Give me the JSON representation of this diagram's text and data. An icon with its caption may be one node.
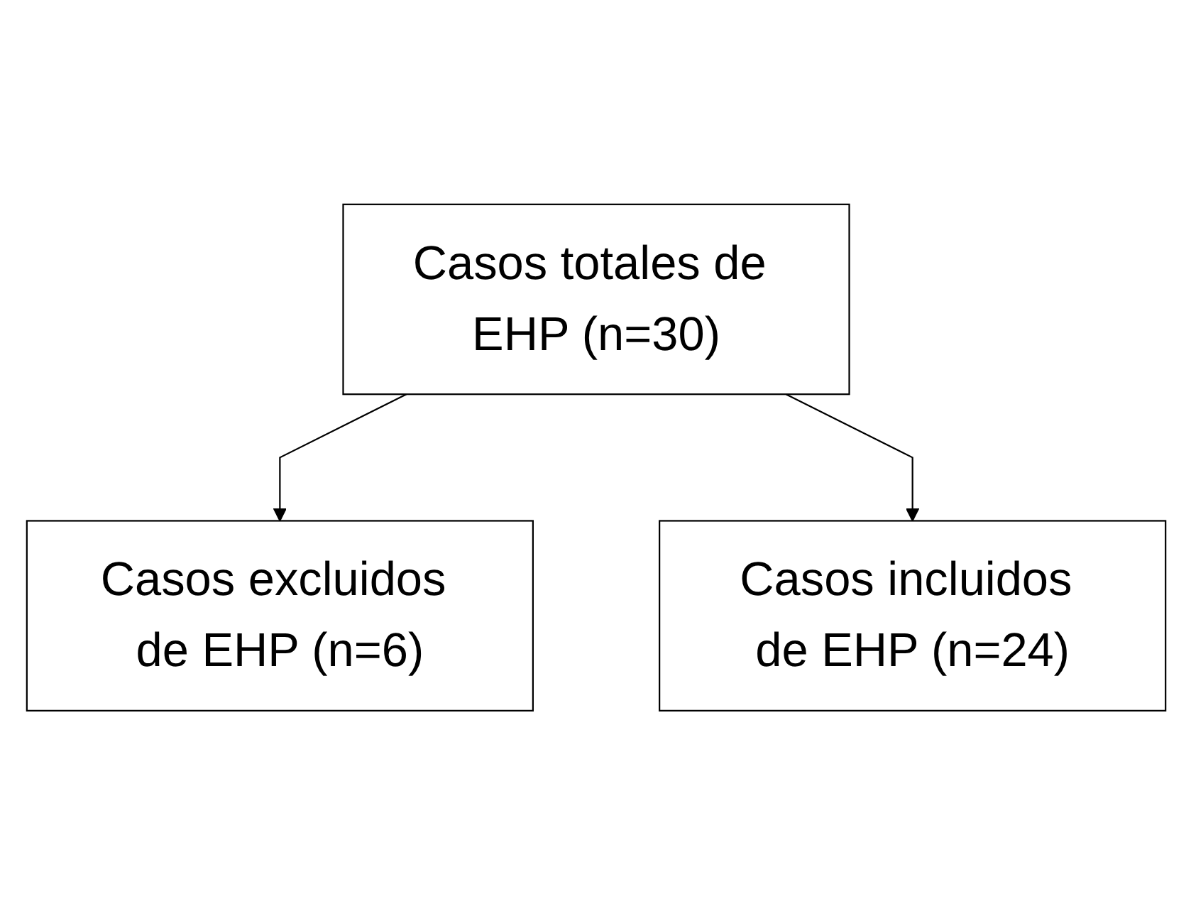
{
  "diagram": {
    "nodes": [
      {
        "text": [
          "Casos totales de EHP (n=30)"
        ]
      },
      {
        "text": [
          "Casos excluidos de EHP (n=6)"
        ]
      },
      {
        "text": [
          "Casos incluidos de EHP (n=24)"
        ]
      }
    ],
    "edges": [
      {
        "from": 0,
        "to": 1,
        "arrow": "to"
      },
      {
        "from": 0,
        "to": 2,
        "arrow": "to"
      }
    ]
  }
}
